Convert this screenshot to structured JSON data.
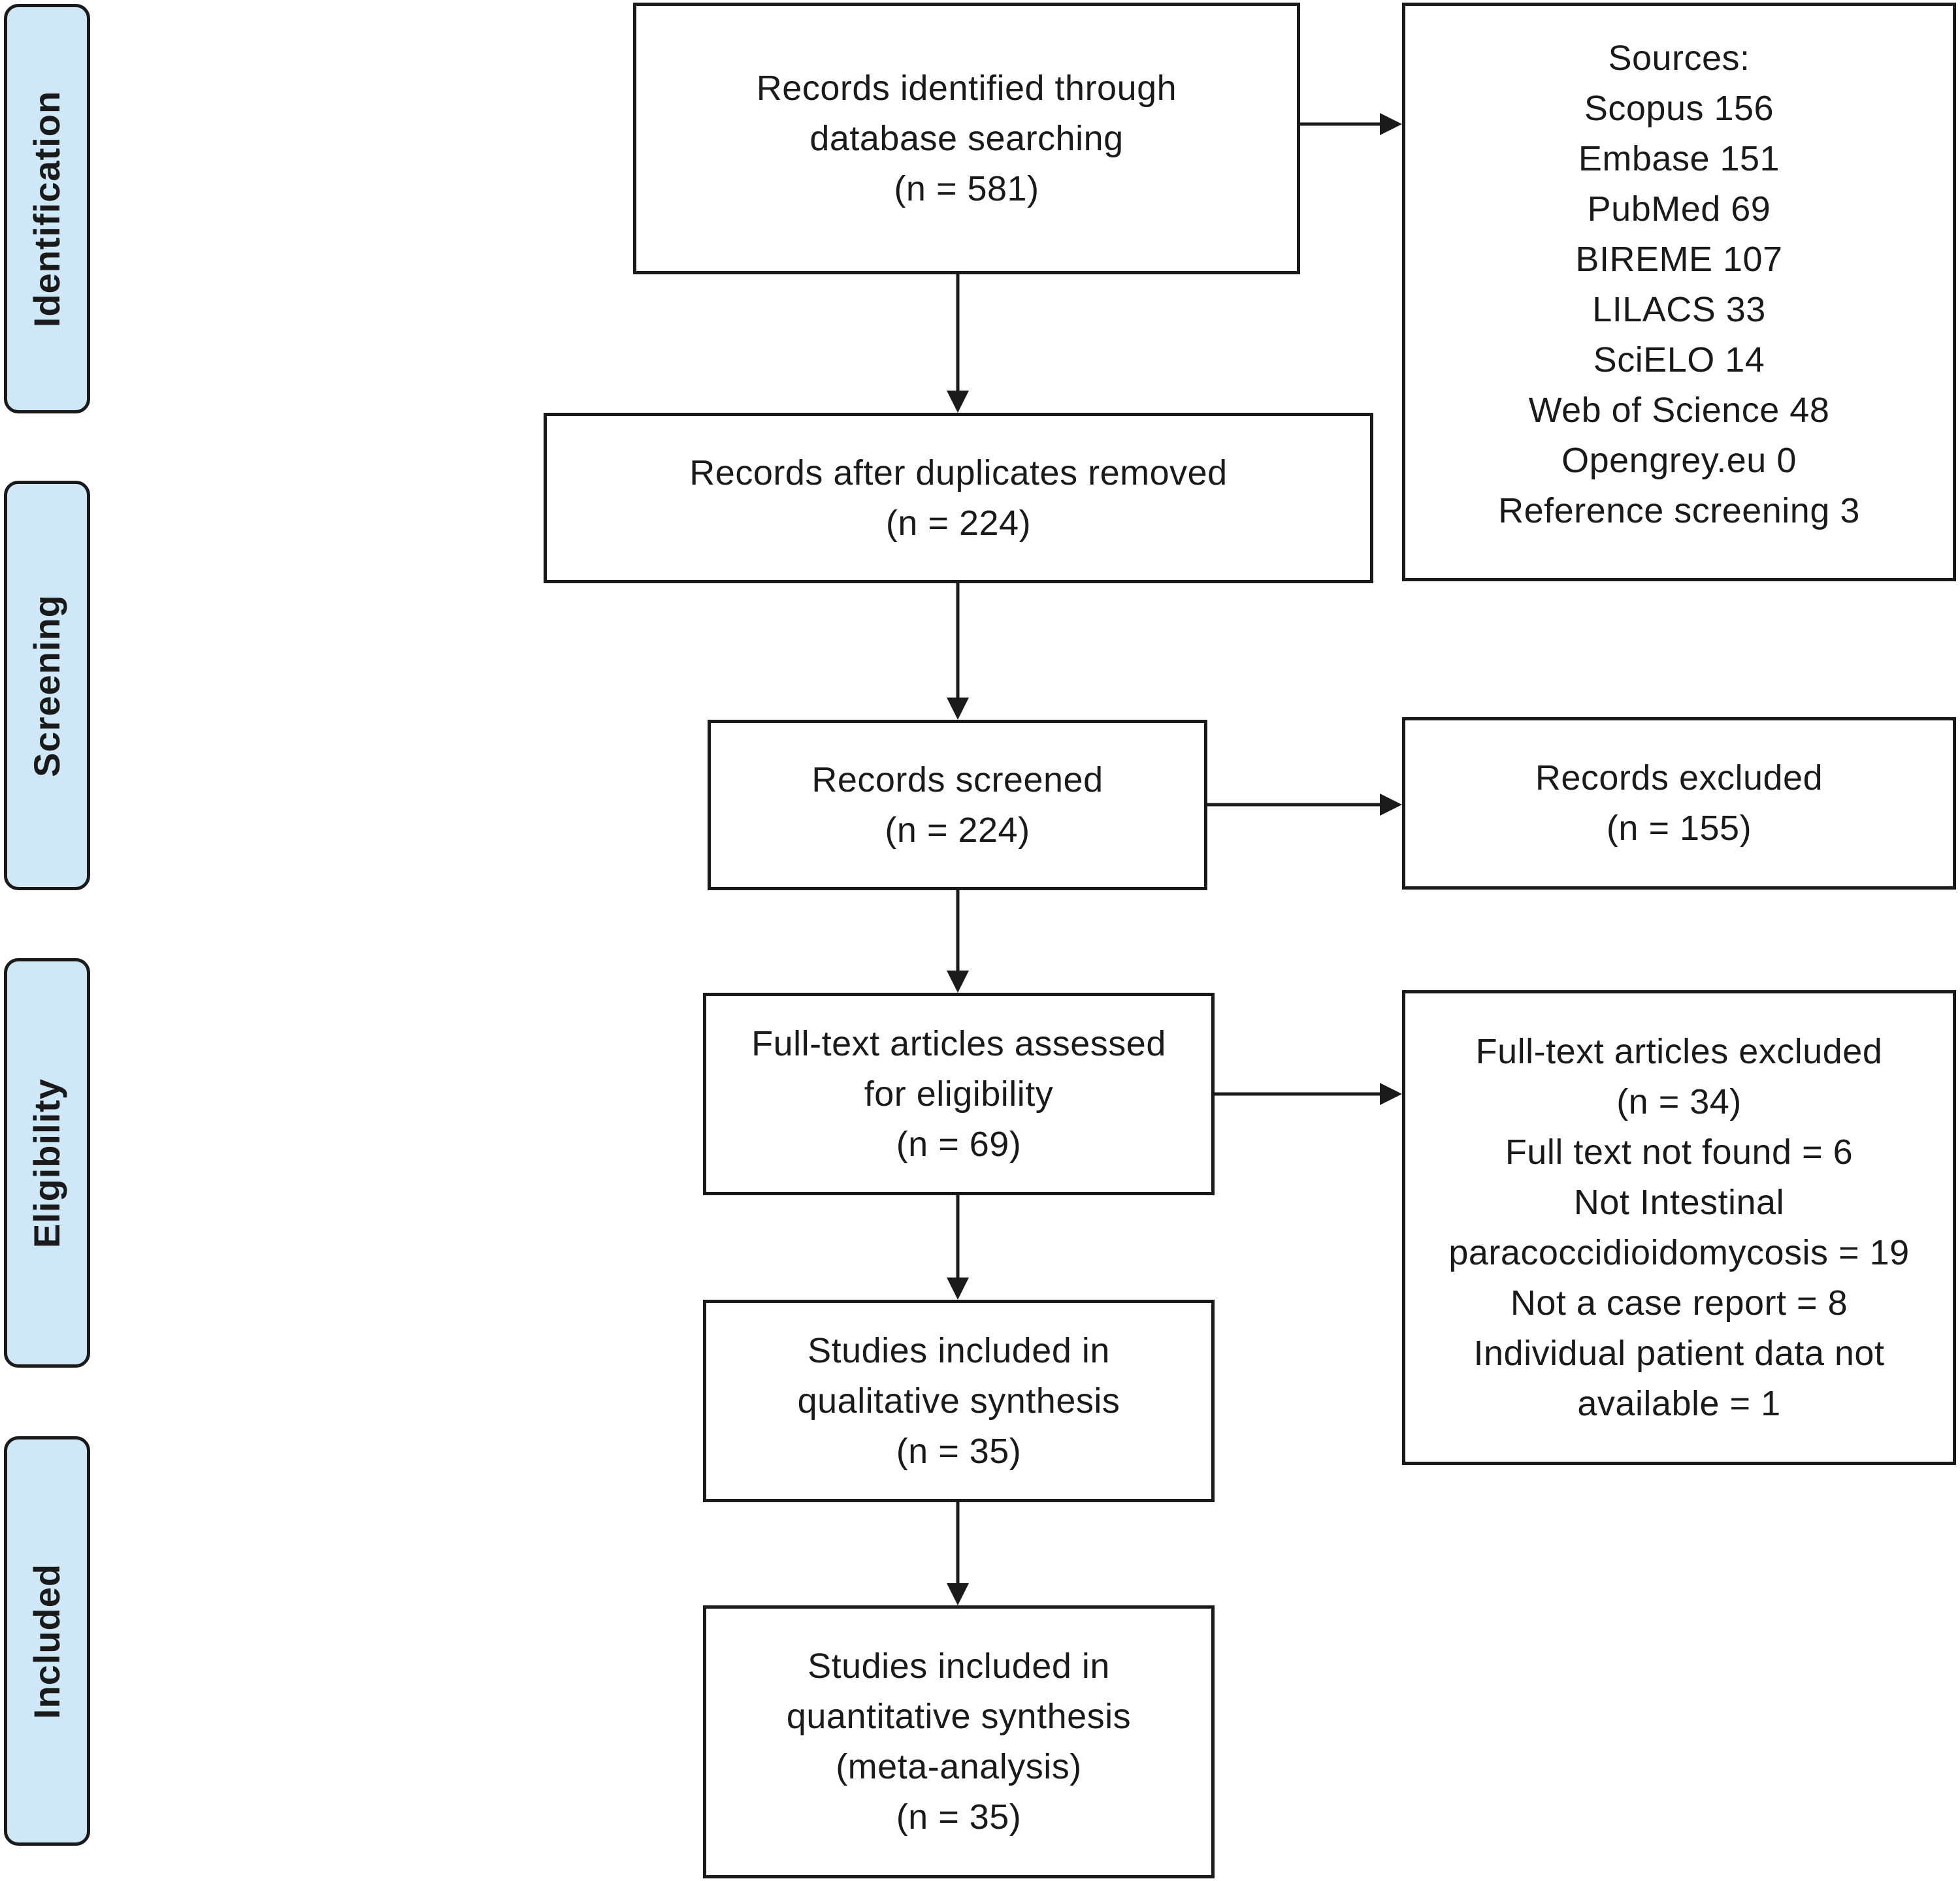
{
  "phases": [
    {
      "label": "Identification"
    },
    {
      "label": "Screening"
    },
    {
      "label": "Eligibility"
    },
    {
      "label": "Included"
    }
  ],
  "boxes": {
    "identified": {
      "lines": [
        "Records identified through",
        "database searching",
        "(n = 581)"
      ]
    },
    "sources": {
      "lines": [
        "Sources:",
        "Scopus 156",
        "Embase 151",
        "PubMed 69",
        "BIREME 107",
        "LILACS 33",
        "SciELO 14",
        "Web of Science 48",
        "Opengrey.eu 0",
        "Reference screening 3"
      ]
    },
    "duplicates_removed": {
      "lines": [
        "Records after duplicates removed",
        "(n = 224)"
      ]
    },
    "screened": {
      "lines": [
        "Records screened",
        "(n = 224)"
      ]
    },
    "excluded": {
      "lines": [
        "Records excluded",
        "(n = 155)"
      ]
    },
    "fulltext_assessed": {
      "lines": [
        "Full-text articles assessed",
        "for eligibility",
        "(n = 69)"
      ]
    },
    "fulltext_excluded": {
      "lines": [
        "Full-text articles excluded",
        "(n = 34)",
        "Full text not found = 6",
        "Not Intestinal",
        "paracoccidioidomycosis = 19",
        "Not a case report = 8",
        "Individual patient data not",
        "available = 1"
      ]
    },
    "qualitative": {
      "lines": [
        "Studies included in",
        "qualitative synthesis",
        "(n = 35)"
      ]
    },
    "quantitative": {
      "lines": [
        "Studies included in",
        "quantitative synthesis",
        "(meta-analysis)",
        "(n = 35)"
      ]
    }
  },
  "colors": {
    "phase_fill": "#cfe8f8",
    "stroke": "#1a1a1a",
    "box_fill": "#ffffff"
  }
}
